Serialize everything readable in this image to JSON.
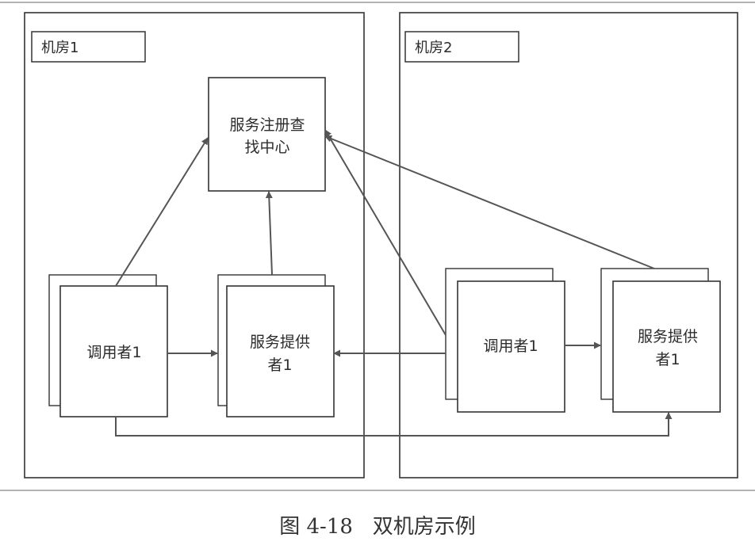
{
  "diagram": {
    "room1": {
      "label": "机房1"
    },
    "room2": {
      "label": "机房2"
    },
    "registry": {
      "line1": "服务注册查",
      "line2": "找中心"
    },
    "room1_caller": {
      "label": "调用者1"
    },
    "room1_provider": {
      "line1": "服务提供",
      "line2": "者1"
    },
    "room2_caller": {
      "label": "调用者1"
    },
    "room2_provider": {
      "line1": "服务提供",
      "line2": "者1"
    }
  },
  "caption": {
    "text": "图 4-18   双机房示例"
  },
  "colors": {
    "stroke": "#333333",
    "arrow": "#555555",
    "text": "#2b2b2b"
  }
}
